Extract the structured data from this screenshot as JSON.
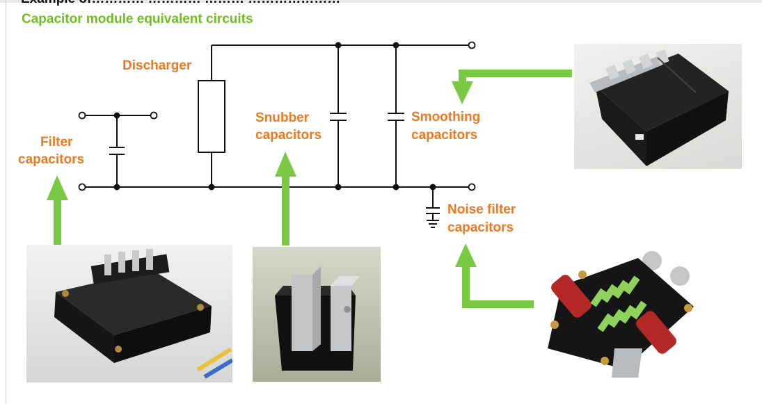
{
  "header": {
    "cut_title": "Example of………… ………… ……… …………………",
    "title": "Capacitor module equivalent circuits"
  },
  "labels": {
    "discharger": "Discharger",
    "filter": [
      "Filter",
      "capacitors"
    ],
    "snubber": [
      "Snubber",
      "capacitors"
    ],
    "smoothing": [
      "Smoothing",
      "capacitors"
    ],
    "noise": [
      "Noise filter",
      "capacitors"
    ]
  },
  "colors": {
    "title_green": "#6cbf1f",
    "label_orange": "#f07820",
    "arrow_green": "#7ac943",
    "wire": "#111111"
  }
}
